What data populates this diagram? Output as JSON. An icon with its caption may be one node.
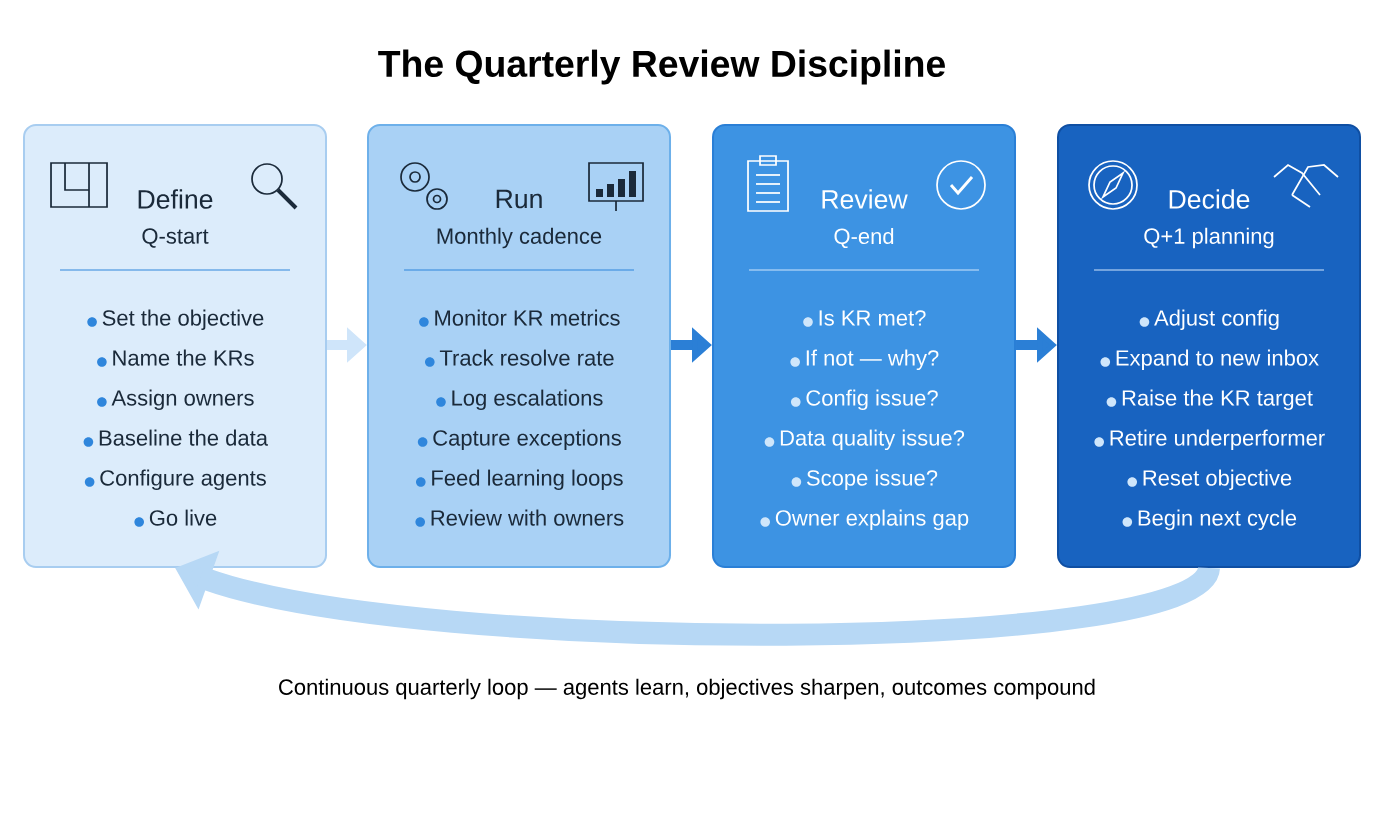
{
  "diagram": {
    "title": "The Quarterly Review Discipline",
    "nodes": [
      {
        "text": [
          "Define",
          "Q-start",
          "Set the objective",
          "Name the KRs",
          "Assign owners",
          "Baseline the data",
          "Configure agents",
          "Go live"
        ]
      },
      {
        "text": [
          "Run",
          "Monthly cadence",
          "Monitor KR metrics",
          "Track resolve rate",
          "Log escalations",
          "Capture exceptions",
          "Feed learning loops",
          "Review with owners"
        ]
      },
      {
        "text": [
          "Review",
          "Q-end",
          "Is KR met?",
          "If not — why?",
          "Config issue?",
          "Data quality issue?",
          "Scope issue?",
          "Owner explains gap"
        ]
      },
      {
        "text": [
          "Decide",
          "Q+1 planning",
          "Adjust config",
          "Expand to new inbox",
          "Raise the KR target",
          "Retire underperformer",
          "Reset objective",
          "Begin next cycle"
        ]
      }
    ],
    "edges": [
      {
        "from": 0,
        "to": 1,
        "arrow": "to",
        "color": "#cfe5fa"
      },
      {
        "from": 1,
        "to": 2,
        "arrow": "to"
      },
      {
        "from": 2,
        "to": 3,
        "arrow": "to"
      },
      {
        "from": 3,
        "to": 0,
        "arrow": "to",
        "style": "thick",
        "color": "#b7d8f5"
      }
    ],
    "caption": "Continuous quarterly loop — agents learn, objectives sharpen, outcomes compound"
  }
}
